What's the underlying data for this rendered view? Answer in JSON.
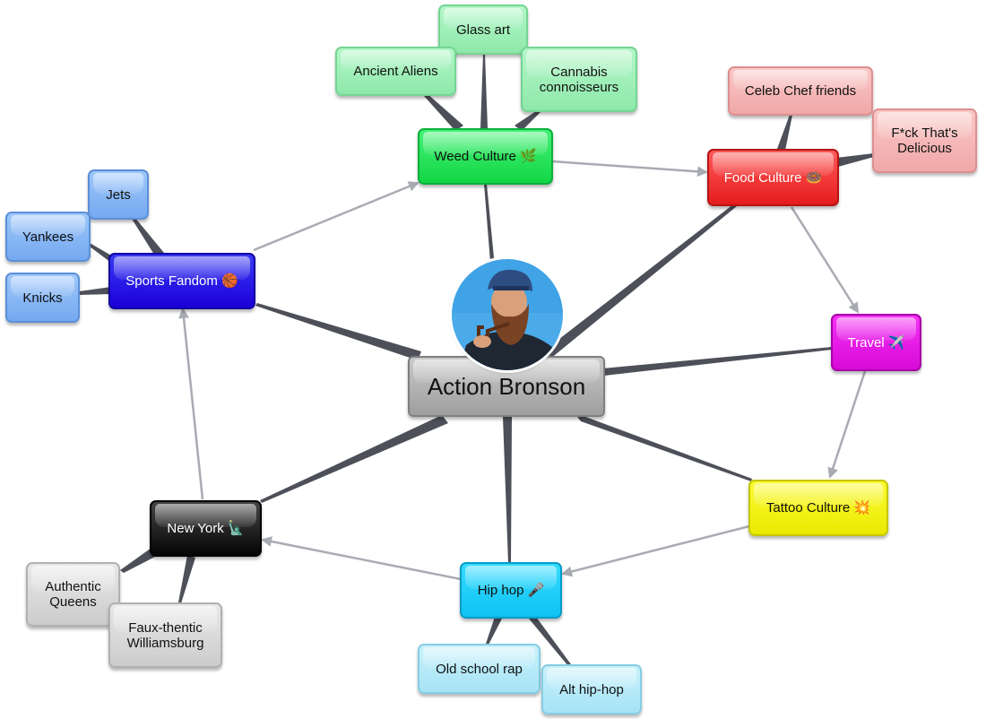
{
  "colors": {
    "spoke_edge": "#4d4f59",
    "arrow_edge": "#a9abb3",
    "center_fill": "#a8a8a8",
    "sky_blue": "#3fa3e6"
  },
  "center": {
    "label": "Action Bronson",
    "avatar_icon": "person-photo-icon"
  },
  "nodes": {
    "weed": "Weed Culture 🌿",
    "food": "Food Culture 🍩",
    "sports": "Sports Fandom 🏀",
    "travel": "Travel ✈️",
    "tattoo": "Tattoo Culture 💥",
    "hiphop": "Hip hop 🎤",
    "newyork": "New York 🗽",
    "glass_art": "Glass art",
    "ancient_aliens": "Ancient Aliens",
    "cannabis": "Cannabis\nconnoisseurs",
    "celeb_chef": "Celeb Chef friends",
    "fck_delicious": "F*ck That's\nDelicious",
    "jets": "Jets",
    "yankees": "Yankees",
    "knicks": "Knicks",
    "authentic_queens": "Authentic\nQueens",
    "fauxthentic": "Faux-thentic\nWilliamsburg",
    "old_school": "Old school rap",
    "alt_hiphop": "Alt hip-hop"
  }
}
